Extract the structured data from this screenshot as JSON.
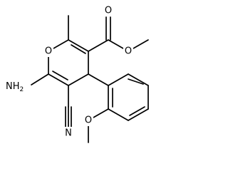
{
  "molecule": {
    "atom_labels": {
      "ring_oxygen": "O",
      "carbonyl_oxygen": "O",
      "ester_oxygen": "O",
      "amino": "NH",
      "amino_subscript": "2",
      "nitrile_n": "N",
      "methoxy_oxygen": "O"
    },
    "colors": {
      "bond": "#000000",
      "label": "#000000",
      "background": "#ffffff"
    }
  }
}
